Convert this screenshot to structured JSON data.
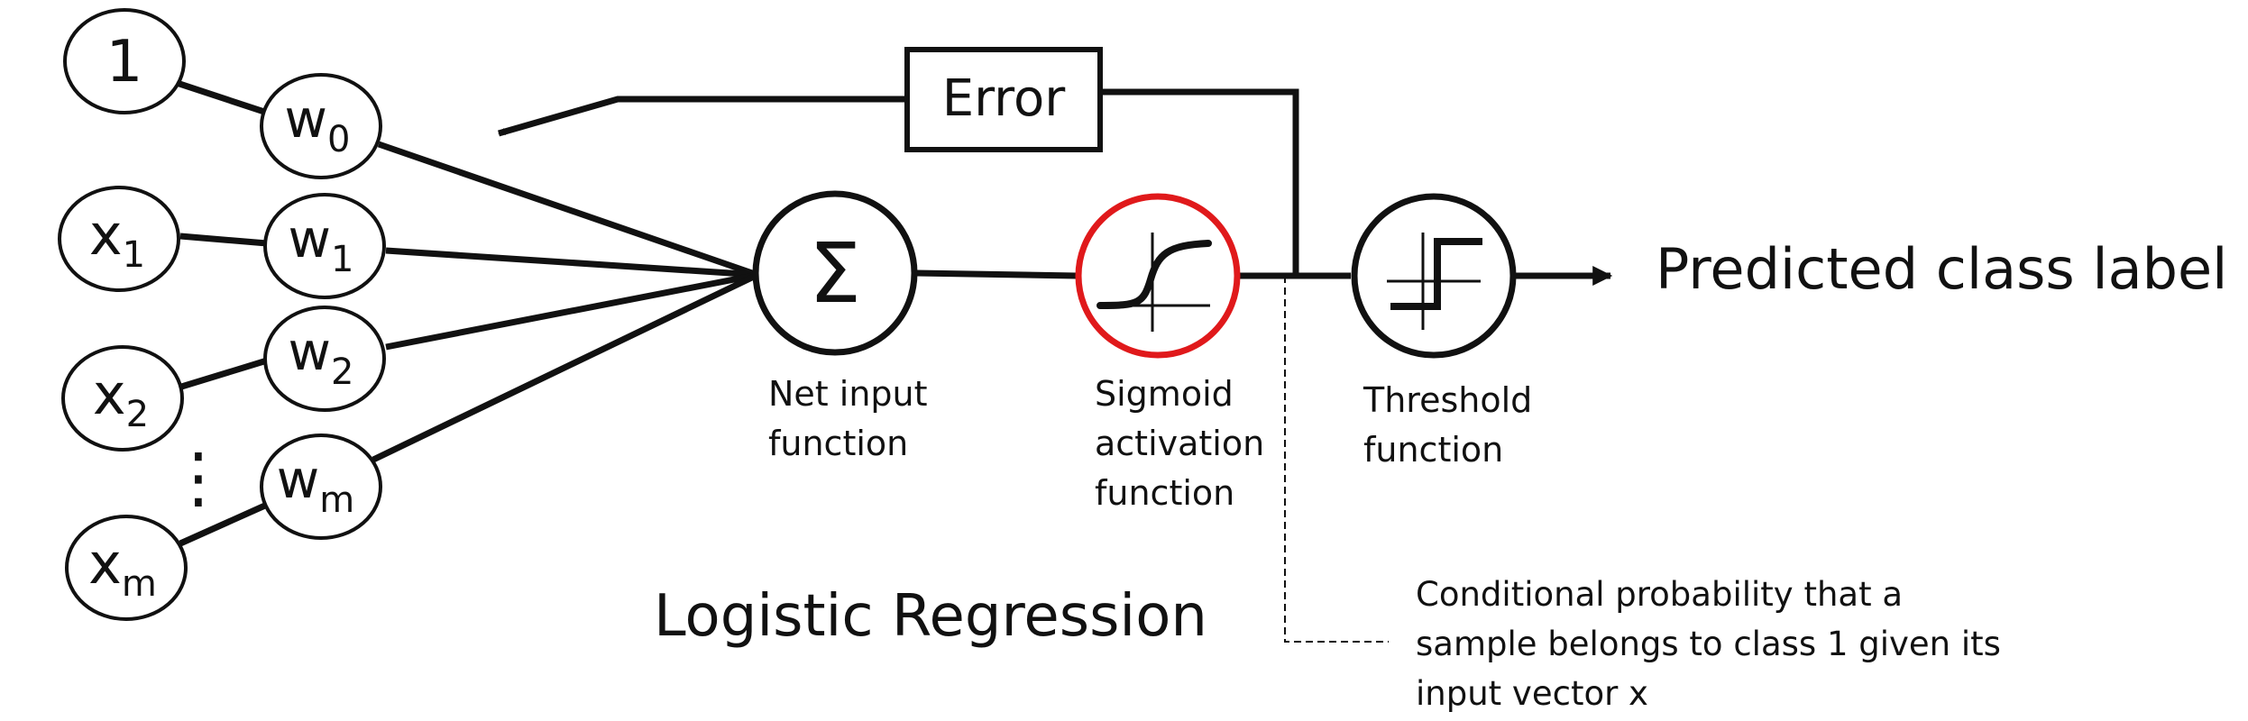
{
  "inputs": {
    "bias": "1",
    "x1_base": "x",
    "x1_sub": "1",
    "x2_base": "x",
    "x2_sub": "2",
    "xm_base": "x",
    "xm_sub": "m"
  },
  "weights": {
    "w0_base": "w",
    "w0_sub": "0",
    "w1_base": "w",
    "w1_sub": "1",
    "w2_base": "w",
    "w2_sub": "2",
    "wm_base": "w",
    "wm_sub": "m"
  },
  "ellipsis": "⋮",
  "sum_symbol": "Σ",
  "error_label": "Error",
  "net_input_label": [
    "Net input",
    "function"
  ],
  "sigmoid_label": [
    "Sigmoid",
    "activation",
    "function"
  ],
  "threshold_label": [
    "Threshold",
    "function"
  ],
  "output_label": "Predicted class label",
  "title": "Logistic Regression",
  "annotation": [
    "Conditional probability that a",
    "sample belongs to class 1 given its",
    "input vector x"
  ],
  "colors": {
    "ink": "#111111",
    "sigmoid_ring": "#e0191b"
  }
}
